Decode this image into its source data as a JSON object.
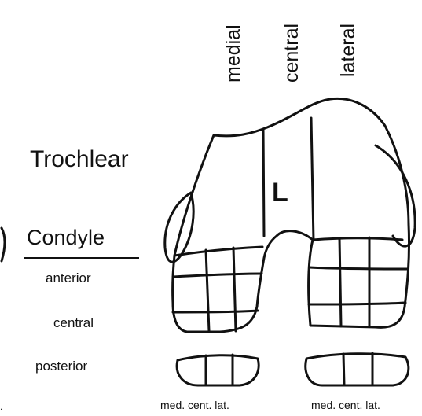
{
  "top_labels": [
    "medial",
    "central",
    "lateral"
  ],
  "region_mark": "L",
  "trochlear_label": "Trochlear",
  "condyle_label": "Condyle",
  "condyle_zones": [
    "anterior",
    "central",
    "posterior"
  ],
  "bottom_labels": [
    "med. cent. lat.",
    "med. cent. lat."
  ],
  "stray_text": ".",
  "colors": {
    "line": "#111111",
    "background": "#ffffff"
  }
}
